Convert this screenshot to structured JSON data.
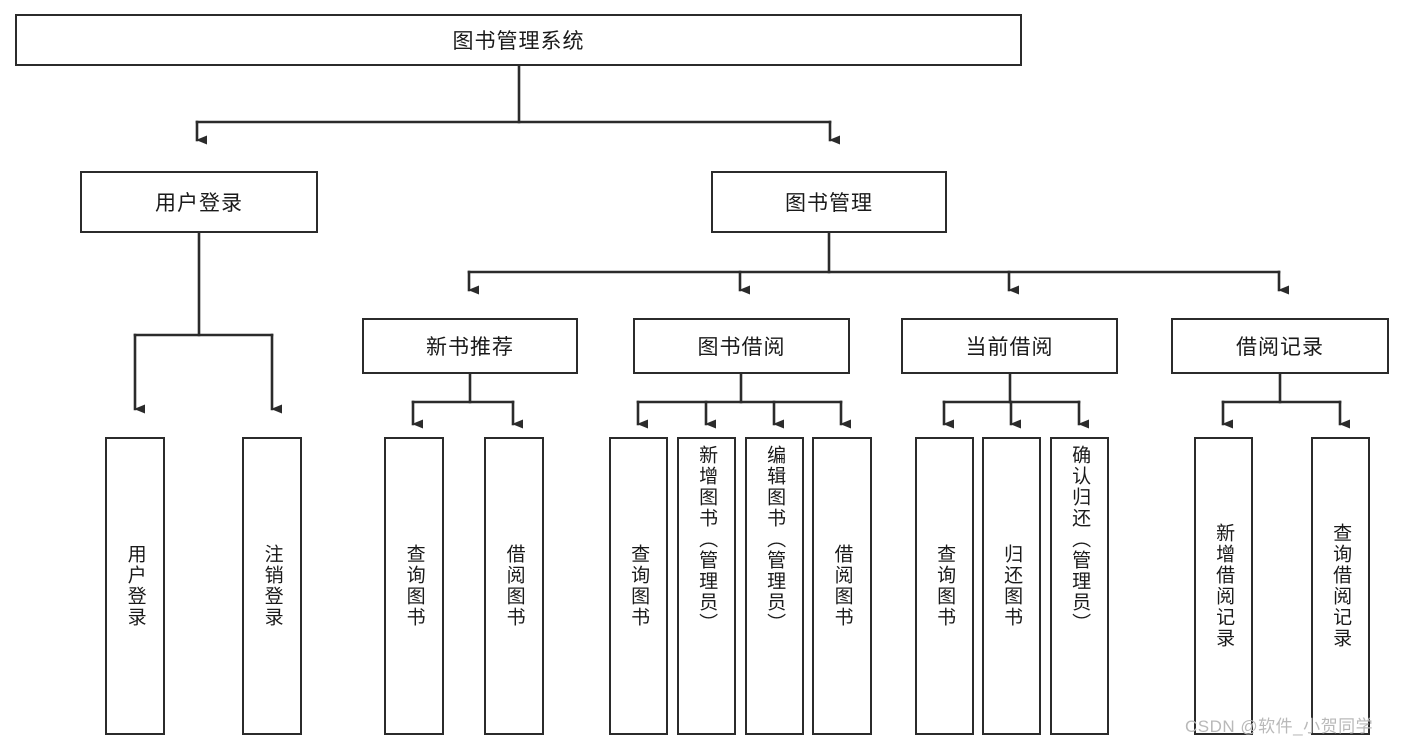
{
  "diagram": {
    "type": "tree",
    "title": "图书管理系统",
    "root": {
      "id": "root",
      "label": "图书管理系统",
      "orientation": "horizontal"
    },
    "level2": [
      {
        "id": "user-login",
        "label": "用户登录",
        "orientation": "horizontal"
      },
      {
        "id": "book-manage",
        "label": "图书管理",
        "orientation": "horizontal"
      }
    ],
    "level3": [
      {
        "id": "new-book-recommend",
        "label": "新书推荐",
        "orientation": "horizontal",
        "parent": "book-manage"
      },
      {
        "id": "book-borrow",
        "label": "图书借阅",
        "orientation": "horizontal",
        "parent": "book-manage"
      },
      {
        "id": "current-borrow",
        "label": "当前借阅",
        "orientation": "horizontal",
        "parent": "book-manage"
      },
      {
        "id": "borrow-record",
        "label": "借阅记录",
        "orientation": "horizontal",
        "parent": "book-manage"
      }
    ],
    "leaves": {
      "user_login": [
        {
          "id": "leaf-user-login",
          "label": "用户登录"
        },
        {
          "id": "leaf-user-logout",
          "label": "注销登录"
        }
      ],
      "new_book_recommend": [
        {
          "id": "leaf-query-book-1",
          "label": "查询图书"
        },
        {
          "id": "leaf-borrow-book-1",
          "label": "借阅图书"
        }
      ],
      "book_borrow": [
        {
          "id": "leaf-query-book-2",
          "label": "查询图书"
        },
        {
          "id": "leaf-add-book",
          "label": "新增图书（管理员）"
        },
        {
          "id": "leaf-edit-book",
          "label": "编辑图书（管理员）"
        },
        {
          "id": "leaf-borrow-book-2",
          "label": "借阅图书"
        }
      ],
      "current_borrow": [
        {
          "id": "leaf-query-book-3",
          "label": "查询图书"
        },
        {
          "id": "leaf-return-book",
          "label": "归还图书"
        },
        {
          "id": "leaf-confirm-return",
          "label": "确认归还（管理员）"
        }
      ],
      "borrow_record": [
        {
          "id": "leaf-add-record",
          "label": "新增借阅记录"
        },
        {
          "id": "leaf-query-record",
          "label": "查询借阅记录"
        }
      ]
    }
  },
  "watermark": {
    "text": "CSDN @软件_小贺同学"
  },
  "colors": {
    "stroke": "#2b2b2b",
    "background": "#ffffff",
    "text": "#1a1a1a",
    "watermark": "#b9b9b9"
  }
}
